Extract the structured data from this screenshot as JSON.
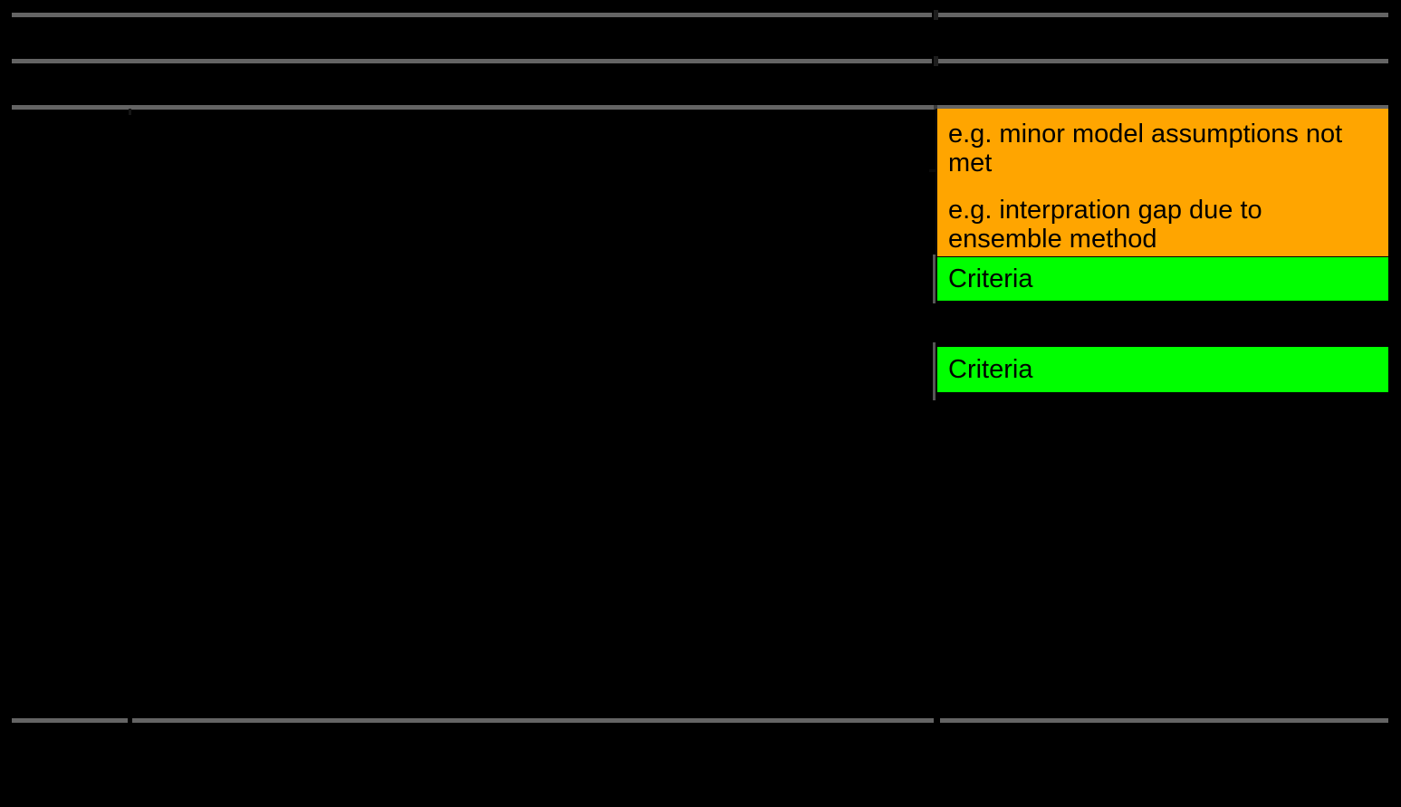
{
  "canvas": {
    "background": "#000000",
    "border_color": "#646464"
  },
  "table": {
    "examples_cell": {
      "background": "#FFA500",
      "lines": [
        "e.g. minor model assumptions not met",
        "e.g. interpration gap due to ensemble method"
      ]
    },
    "criteria_cell_top": {
      "background": "#00FF00",
      "label": "Criteria"
    },
    "criteria_cell_bottom": {
      "background": "#00FF00",
      "label": "Criteria"
    }
  }
}
